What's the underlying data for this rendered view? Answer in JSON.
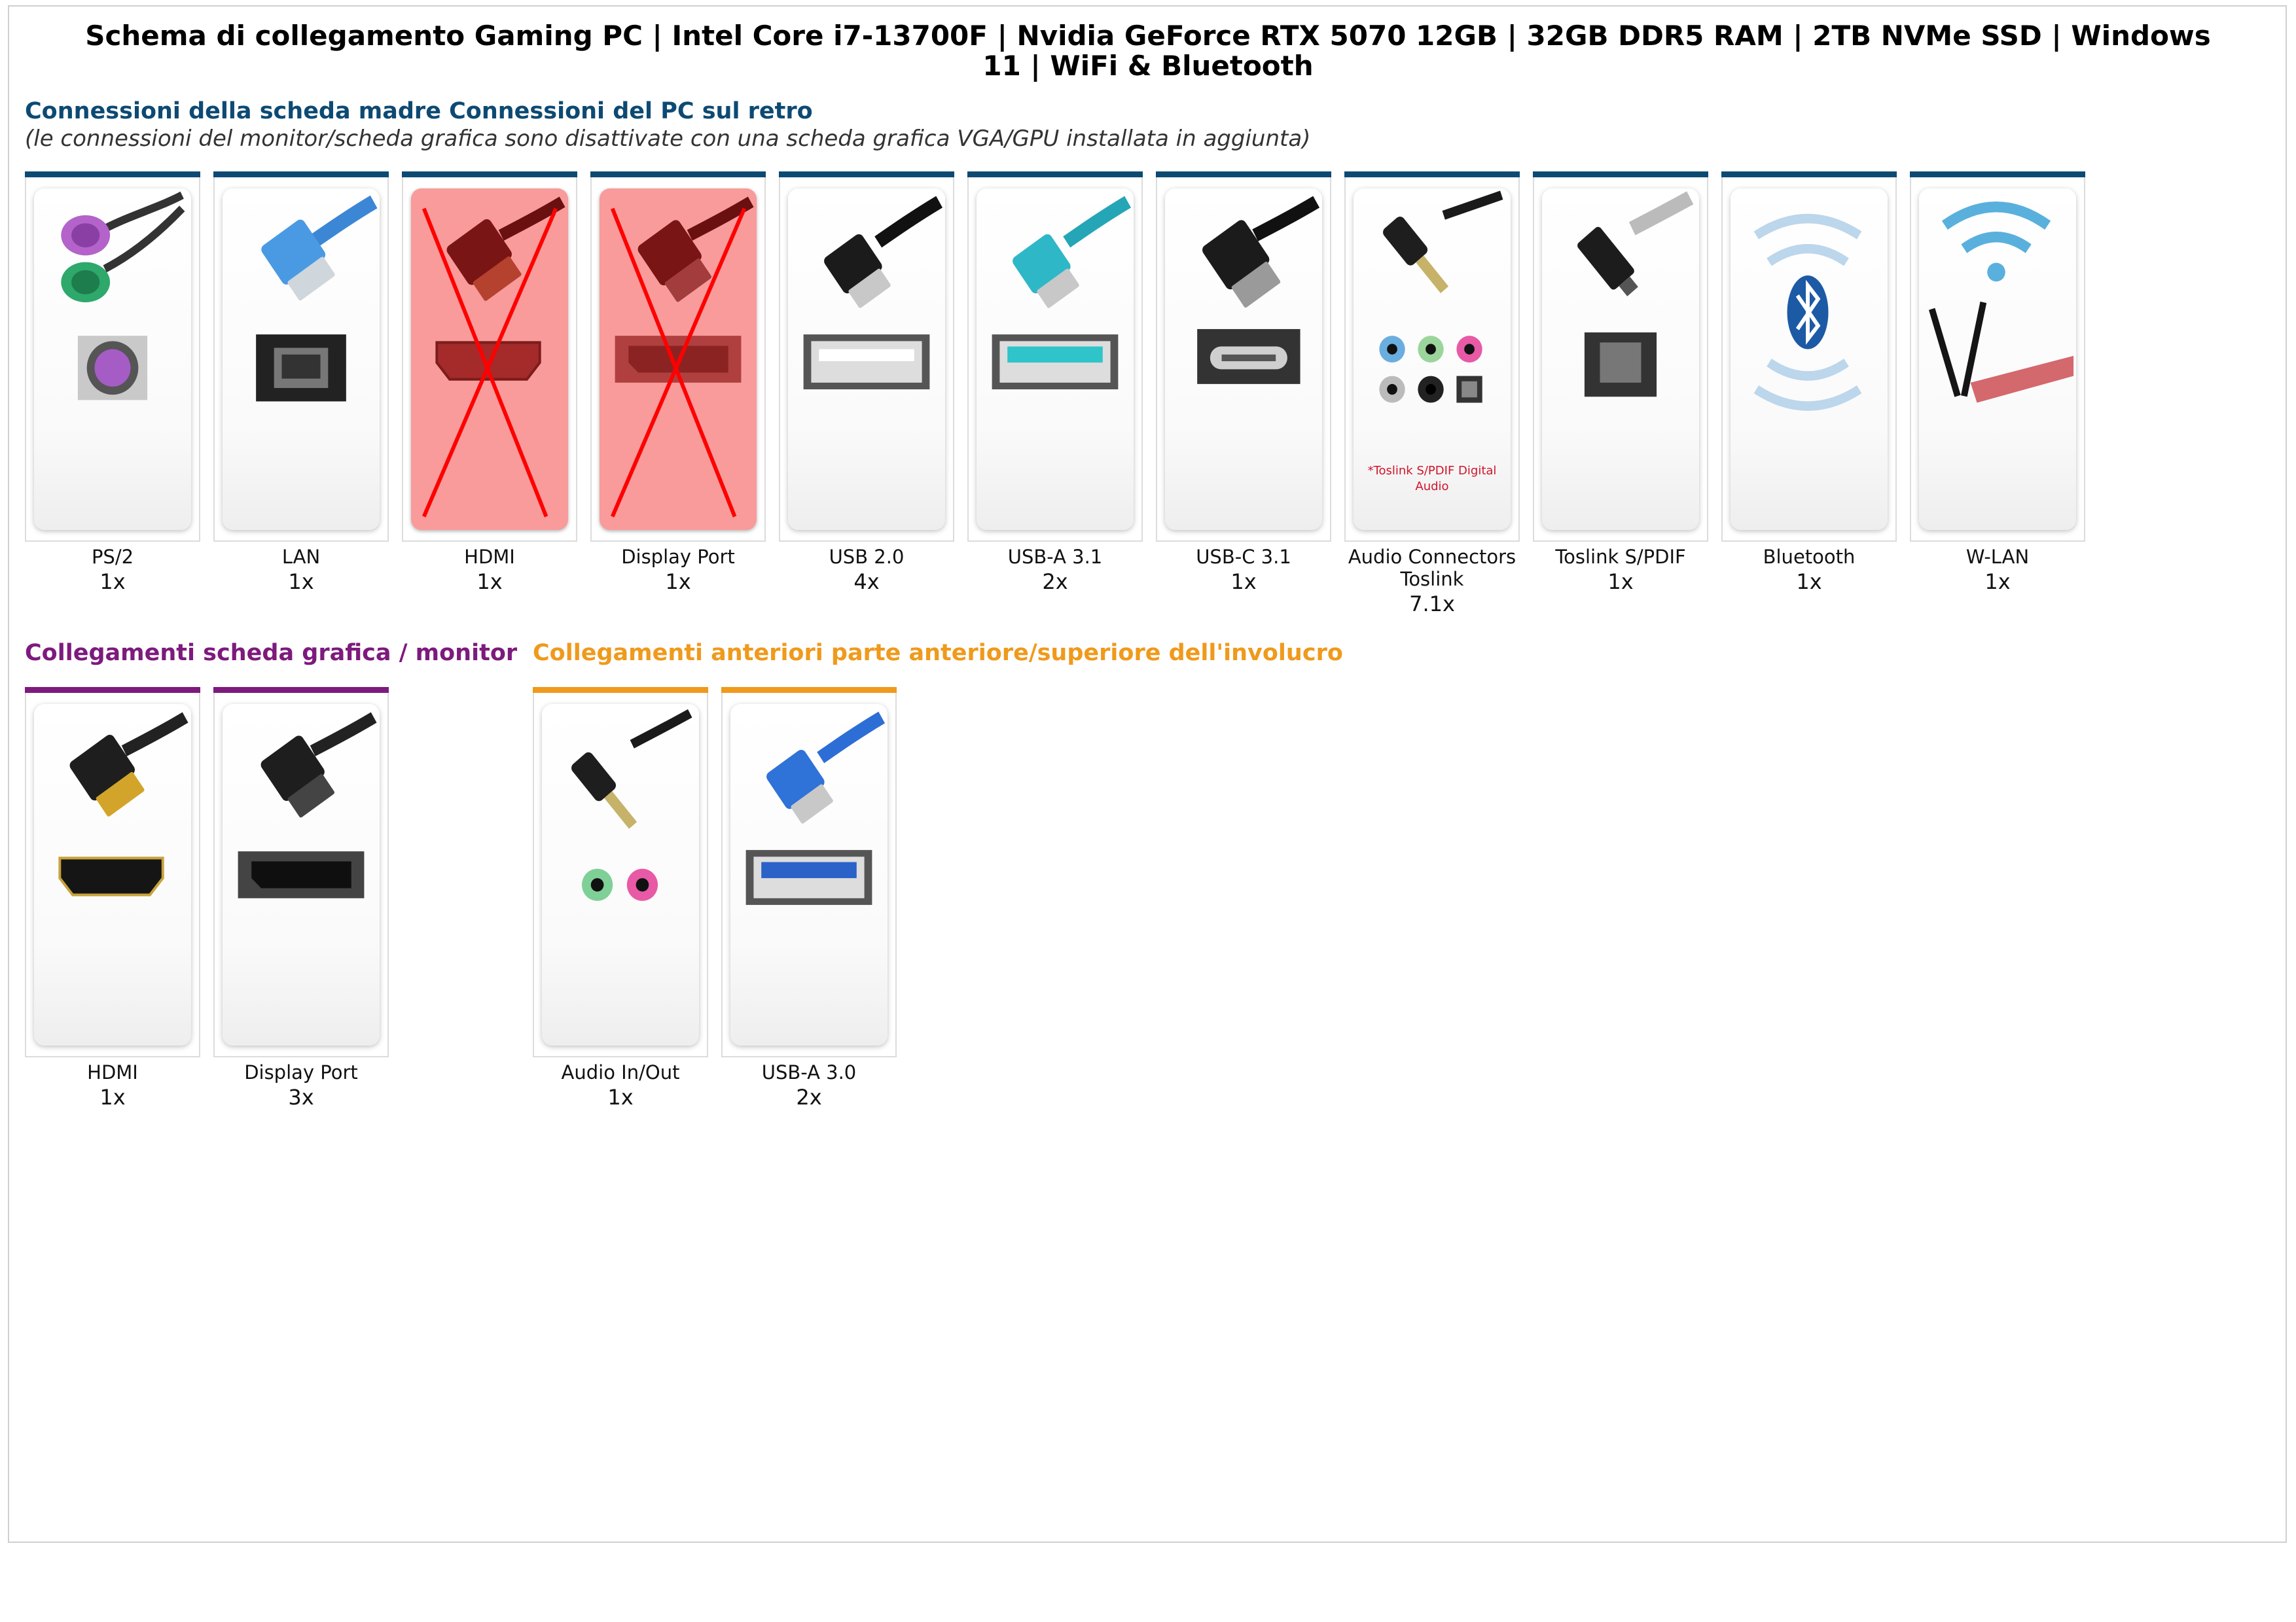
{
  "title": "Schema di collegamento Gaming PC | Intel Core i7-13700F | Nvidia GeForce RTX 5070 12GB | 32GB DDR5 RAM | 2TB NVMe SSD | Windows 11 | WiFi & Bluetooth",
  "colors": {
    "mainboard": "#0d4a73",
    "gpu": "#7d1a7d",
    "front": "#ef9a1c",
    "disabled": "#f99b9b",
    "cross": "#ff0000"
  },
  "rear": {
    "heading": "Connessioni della scheda madre Connessioni del PC sul retro",
    "note": "(le connessioni del monitor/scheda grafica sono disattivate con una scheda grafica VGA/GPU installata in aggiunta)",
    "ports": [
      {
        "label": "PS/2",
        "count": "1x",
        "icon": "ps2-connector-icon"
      },
      {
        "label": "LAN",
        "count": "1x",
        "icon": "rj45-connector-icon"
      },
      {
        "label": "HDMI",
        "count": "1x",
        "icon": "hdmi-connector-icon",
        "disabled": true
      },
      {
        "label": "Display Port",
        "count": "1x",
        "icon": "displayport-connector-icon",
        "disabled": true
      },
      {
        "label": "USB 2.0",
        "count": "4x",
        "icon": "usb-a-connector-icon"
      },
      {
        "label": "USB-A 3.1",
        "count": "2x",
        "icon": "usb-a-teal-connector-icon"
      },
      {
        "label": "USB-C 3.1",
        "count": "1x",
        "icon": "usb-c-connector-icon"
      },
      {
        "label": "Audio Connectors Toslink",
        "count": "7.1x",
        "icon": "audio-jack-connector-icon",
        "note": "*Toslink S/PDIF Digital Audio"
      },
      {
        "label": "Toslink S/PDIF",
        "count": "1x",
        "icon": "toslink-connector-icon"
      },
      {
        "label": "Bluetooth",
        "count": "1x",
        "icon": "bluetooth-icon"
      },
      {
        "label": "W-LAN",
        "count": "1x",
        "icon": "wifi-antenna-icon"
      }
    ]
  },
  "gpu": {
    "heading": "Collegamenti scheda grafica / monitor",
    "ports": [
      {
        "label": "HDMI",
        "count": "1x",
        "icon": "hdmi-connector-icon"
      },
      {
        "label": "Display Port",
        "count": "3x",
        "icon": "displayport-connector-icon"
      }
    ]
  },
  "front": {
    "heading": "Collegamenti anteriori parte anteriore/superiore dell'involucro",
    "ports": [
      {
        "label": "Audio In/Out",
        "count": "1x",
        "icon": "audio-jack-connector-icon"
      },
      {
        "label": "USB-A 3.0",
        "count": "2x",
        "icon": "usb-a-blue-connector-icon"
      }
    ]
  }
}
